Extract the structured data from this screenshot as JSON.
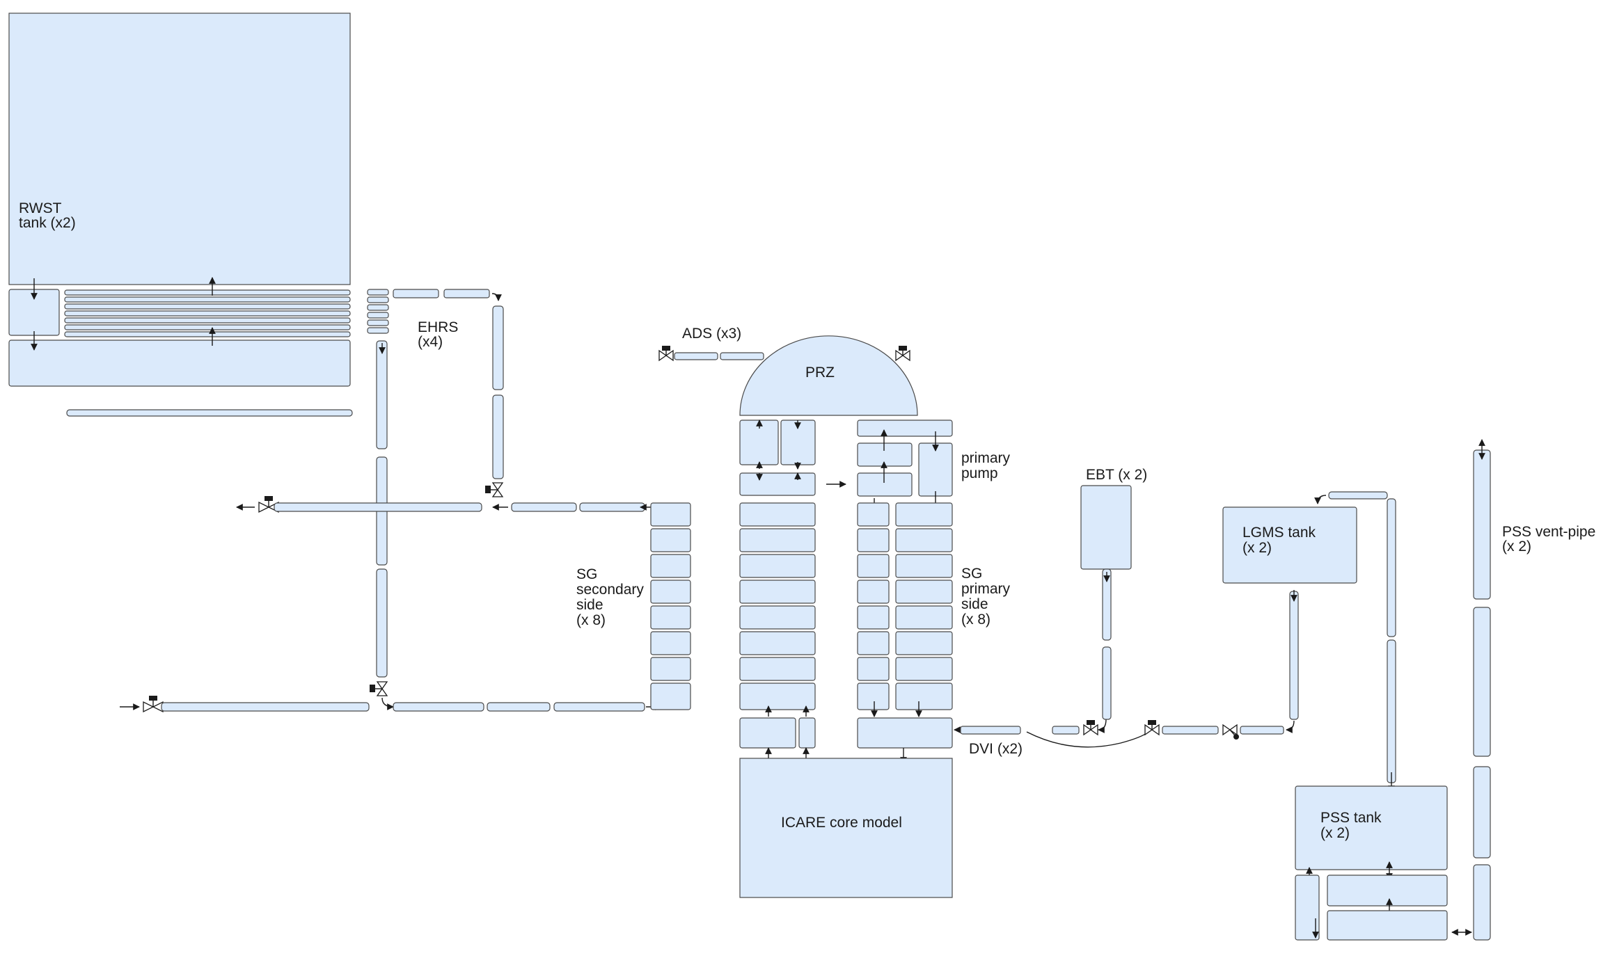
{
  "colors": {
    "component_fill": "#dbeafb",
    "component_stroke": "#4a4a4a",
    "line": "#1a1a1a",
    "background": "#ffffff"
  },
  "labels": {
    "rwst_line1": "RWST",
    "rwst_line2": "tank (x2)",
    "ehrs_line1": "EHRS",
    "ehrs_line2": "(x4)",
    "ads": "ADS (x3)",
    "prz": "PRZ",
    "pump_line1": "primary",
    "pump_line2": "pump",
    "sg_secondary_line1": "SG",
    "sg_secondary_line2": "secondary",
    "sg_secondary_line3": "side",
    "sg_secondary_line4": "(x 8)",
    "sg_primary_line1": "SG",
    "sg_primary_line2": "primary",
    "sg_primary_line3": "side",
    "sg_primary_line4": "(x 8)",
    "ebt": "EBT (x 2)",
    "lgms_line1": "LGMS tank",
    "lgms_line2": "(x 2)",
    "pss_vent_line1": "PSS vent-pipe",
    "pss_vent_line2": "(x 2)",
    "dvi": "DVI (x2)",
    "core": "ICARE core model",
    "pss_tank_line1": "PSS tank",
    "pss_tank_line2": "(x 2)"
  },
  "icons": [
    "arrow-icon",
    "valve-icon"
  ]
}
